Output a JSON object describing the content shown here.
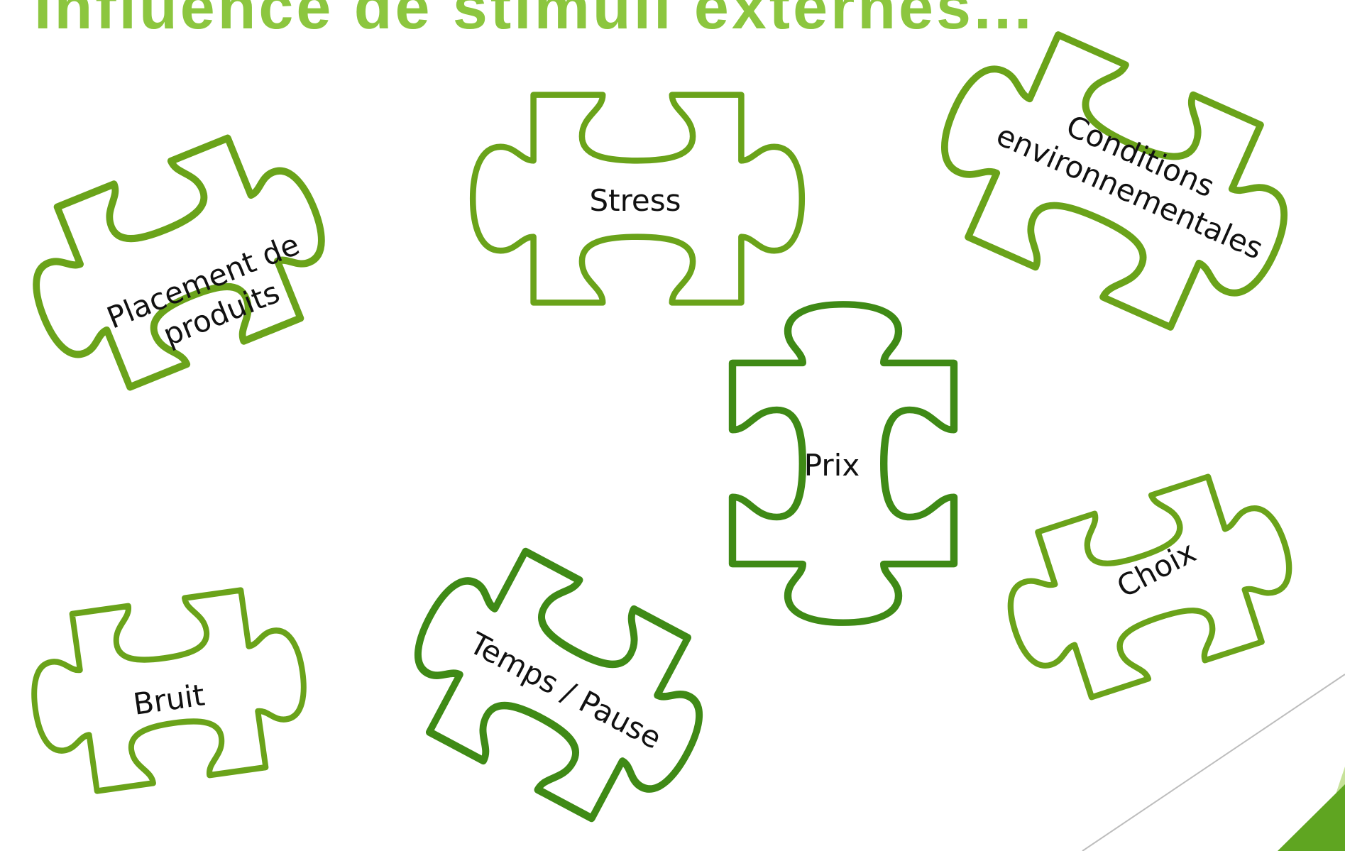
{
  "slide": {
    "title": "Influence de stimuli externes...",
    "title_color": "#8cc63f"
  },
  "colors": {
    "piece_light": "#6aa31a",
    "piece_dark": "#3f8a16",
    "corner_accent": "#5fa521",
    "corner_accent_light": "#c7e29a",
    "corner_line": "#bdbdbd"
  },
  "pieces": [
    {
      "id": "placement",
      "lines": [
        "Placement de",
        "produits"
      ],
      "shade": "light",
      "tilt": -22
    },
    {
      "id": "stress",
      "lines": [
        "Stress"
      ],
      "shade": "light",
      "tilt": 0
    },
    {
      "id": "conditions",
      "lines": [
        "Conditions",
        "environnementales"
      ],
      "shade": "light",
      "tilt": 24
    },
    {
      "id": "prix",
      "lines": [
        "Prix"
      ],
      "shade": "dark",
      "tilt": 0
    },
    {
      "id": "choix",
      "lines": [
        "Choix"
      ],
      "shade": "light",
      "tilt": -28
    },
    {
      "id": "bruit",
      "lines": [
        "Bruit"
      ],
      "shade": "light",
      "tilt": -8
    },
    {
      "id": "temps",
      "lines": [
        "Temps / Pause"
      ],
      "shade": "dark",
      "tilt": 28
    }
  ]
}
